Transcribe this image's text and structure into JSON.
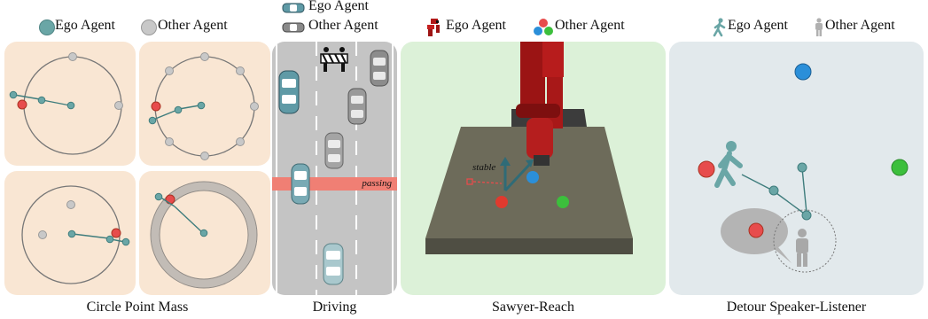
{
  "legend": {
    "circle_point_mass": {
      "ego": "Ego Agent",
      "other": "Other Agent"
    },
    "driving": {
      "ego": "Ego Agent",
      "other": "Other Agent"
    },
    "sawyer": {
      "ego": "Ego Agent",
      "other": "Other Agent"
    },
    "detour": {
      "ego": "Ego Agent",
      "other": "Other Agent"
    }
  },
  "driving": {
    "passing_label": "passing"
  },
  "sawyer": {
    "stable_label": "stable"
  },
  "captions": {
    "circle_point_mass": "Circle Point Mass",
    "driving": "Driving",
    "sawyer": "Sawyer-Reach",
    "detour": "Detour Speaker-Listener"
  },
  "colors": {
    "ego_teal": "#6aa6a6",
    "other_gray": "#c8c8c8",
    "goal_red": "#e74c4c",
    "panel_peach": "#f9e6d3",
    "road_gray": "#c4c4c4",
    "sawyer_green_bg": "#dcf1d8",
    "detour_bg": "#e2e9ec",
    "passing_band": "#f07f74"
  }
}
